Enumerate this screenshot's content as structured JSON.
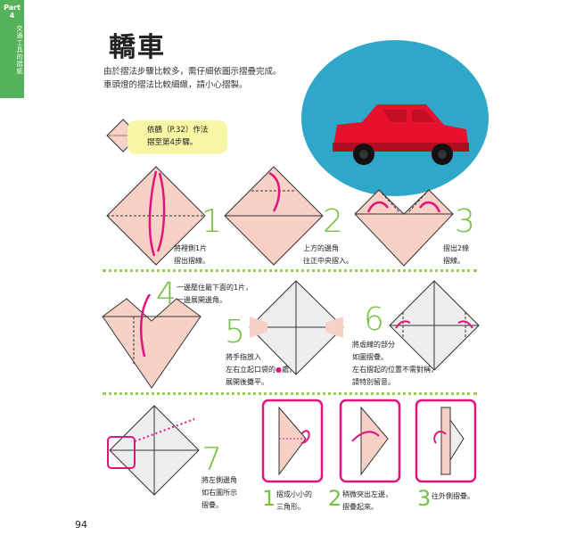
{
  "tab": {
    "part": "Part",
    "num": "4",
    "sub": "交通工具的摺紙"
  },
  "title": "轎車",
  "intro": [
    "由於摺法步驟比較多，需仔細依圖示摺疊完成。",
    "車頭燈的摺法比較細緻，請小心摺製。"
  ],
  "note": {
    "line1": "依鶴（P.32）作法",
    "line2": "摺至第4步驟。"
  },
  "steps": [
    {
      "num": "1",
      "lines": [
        "將裡側1片",
        "摺出摺線。"
      ]
    },
    {
      "num": "2",
      "lines": [
        "上方的邊角",
        "往正中央摺入。"
      ]
    },
    {
      "num": "3",
      "lines": [
        "摺出2條",
        "摺線。"
      ]
    },
    {
      "num": "4",
      "lines": [
        "一邊壓住最下面的1片，",
        "一邊展開邊角。"
      ]
    },
    {
      "num": "5",
      "lines": [
        "將手指放入",
        "左右立起口袋的",
        "處，",
        "展開後攤平。"
      ]
    },
    {
      "num": "6",
      "lines": [
        "將虛線的部分",
        "如圖摺疊。",
        "左右摺起的位置不需對稱，",
        "請特別留意。"
      ]
    },
    {
      "num": "7",
      "lines": [
        "將左側邊角",
        "如右圖所示",
        "摺疊。"
      ]
    }
  ],
  "substeps": [
    {
      "num": "1",
      "lines": [
        "摺成小小的",
        "三角形。"
      ]
    },
    {
      "num": "2",
      "lines": [
        "稍微突出左邊，",
        "摺疊起來。"
      ]
    },
    {
      "num": "3",
      "lines": [
        "往外側摺疊。"
      ]
    }
  ],
  "page_number": "94",
  "colors": {
    "green": "#77c043",
    "pink": "#e0147e",
    "paper": "#f7d0c6",
    "note_bg": "#f6f6a4",
    "photo_bg": "#2ea7c9",
    "car": "#e8112d"
  }
}
